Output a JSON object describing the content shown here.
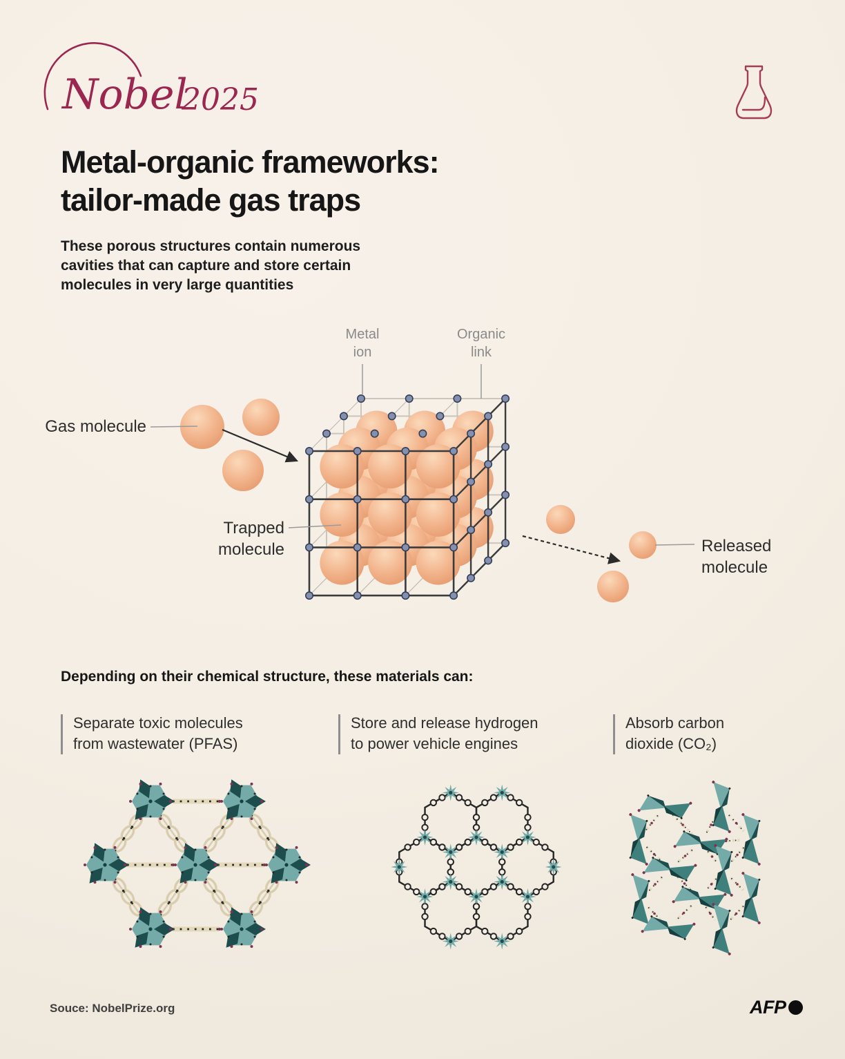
{
  "theme": {
    "background": "#f4eee4",
    "accent": "#9b2750",
    "ink": "#1a1a1a",
    "gray_label": "#8a8a8a",
    "leader": "#9a9a9a",
    "arrow": "#2b2b2b",
    "sphere_hi": "#fbd9ba",
    "sphere_mid": "#f2b48c",
    "sphere_lo": "#e6996c",
    "lattice_dark": "#3b3b3b",
    "lattice_light": "#cbc5ba",
    "lattice_thin": "#c2bcb0",
    "node_fill": "#8590ae",
    "node_stroke": "#333f58",
    "teal": "#74aaa8",
    "teal_mid": "#3f7f7c",
    "teal_dark": "#1d4d4d",
    "teal_deep": "#16403f",
    "tan": "#e5d9bc",
    "tan_ring": "#d9cdae",
    "black_line": "#262626",
    "maroon": "#7e3350"
  },
  "branding": {
    "wordmark": "Nobel",
    "year": "2025",
    "flask_icon": "erlenmeyer-flask-icon"
  },
  "header": {
    "title_line1": "Metal-organic frameworks:",
    "title_line2": "tailor-made gas traps",
    "subtitle_line1": "These porous structures contain numerous",
    "subtitle_line2": "cavities that can capture and store certain",
    "subtitle_line3": "molecules in very large quantities"
  },
  "diagram": {
    "label_metal_line1": "Metal",
    "label_metal_line2": "ion",
    "label_organic_line1": "Organic",
    "label_organic_line2": "link",
    "label_gas": "Gas molecule",
    "label_trapped_line1": "Trapped",
    "label_trapped_line2": "molecule",
    "label_released_line1": "Released",
    "label_released_line2": "molecule"
  },
  "section": {
    "heading": "Depending on their chemical structure, these materials can:",
    "items": [
      {
        "line1": "Separate toxic molecules",
        "line2": "from wastewater (PFAS)"
      },
      {
        "line1": "Store and release hydrogen",
        "line2": "to power vehicle engines"
      },
      {
        "line1": "Absorb carbon",
        "line2": "dioxide (CO₂)"
      }
    ]
  },
  "footer": {
    "source": "Souce: NobelPrize.org",
    "agency": "AFP"
  }
}
